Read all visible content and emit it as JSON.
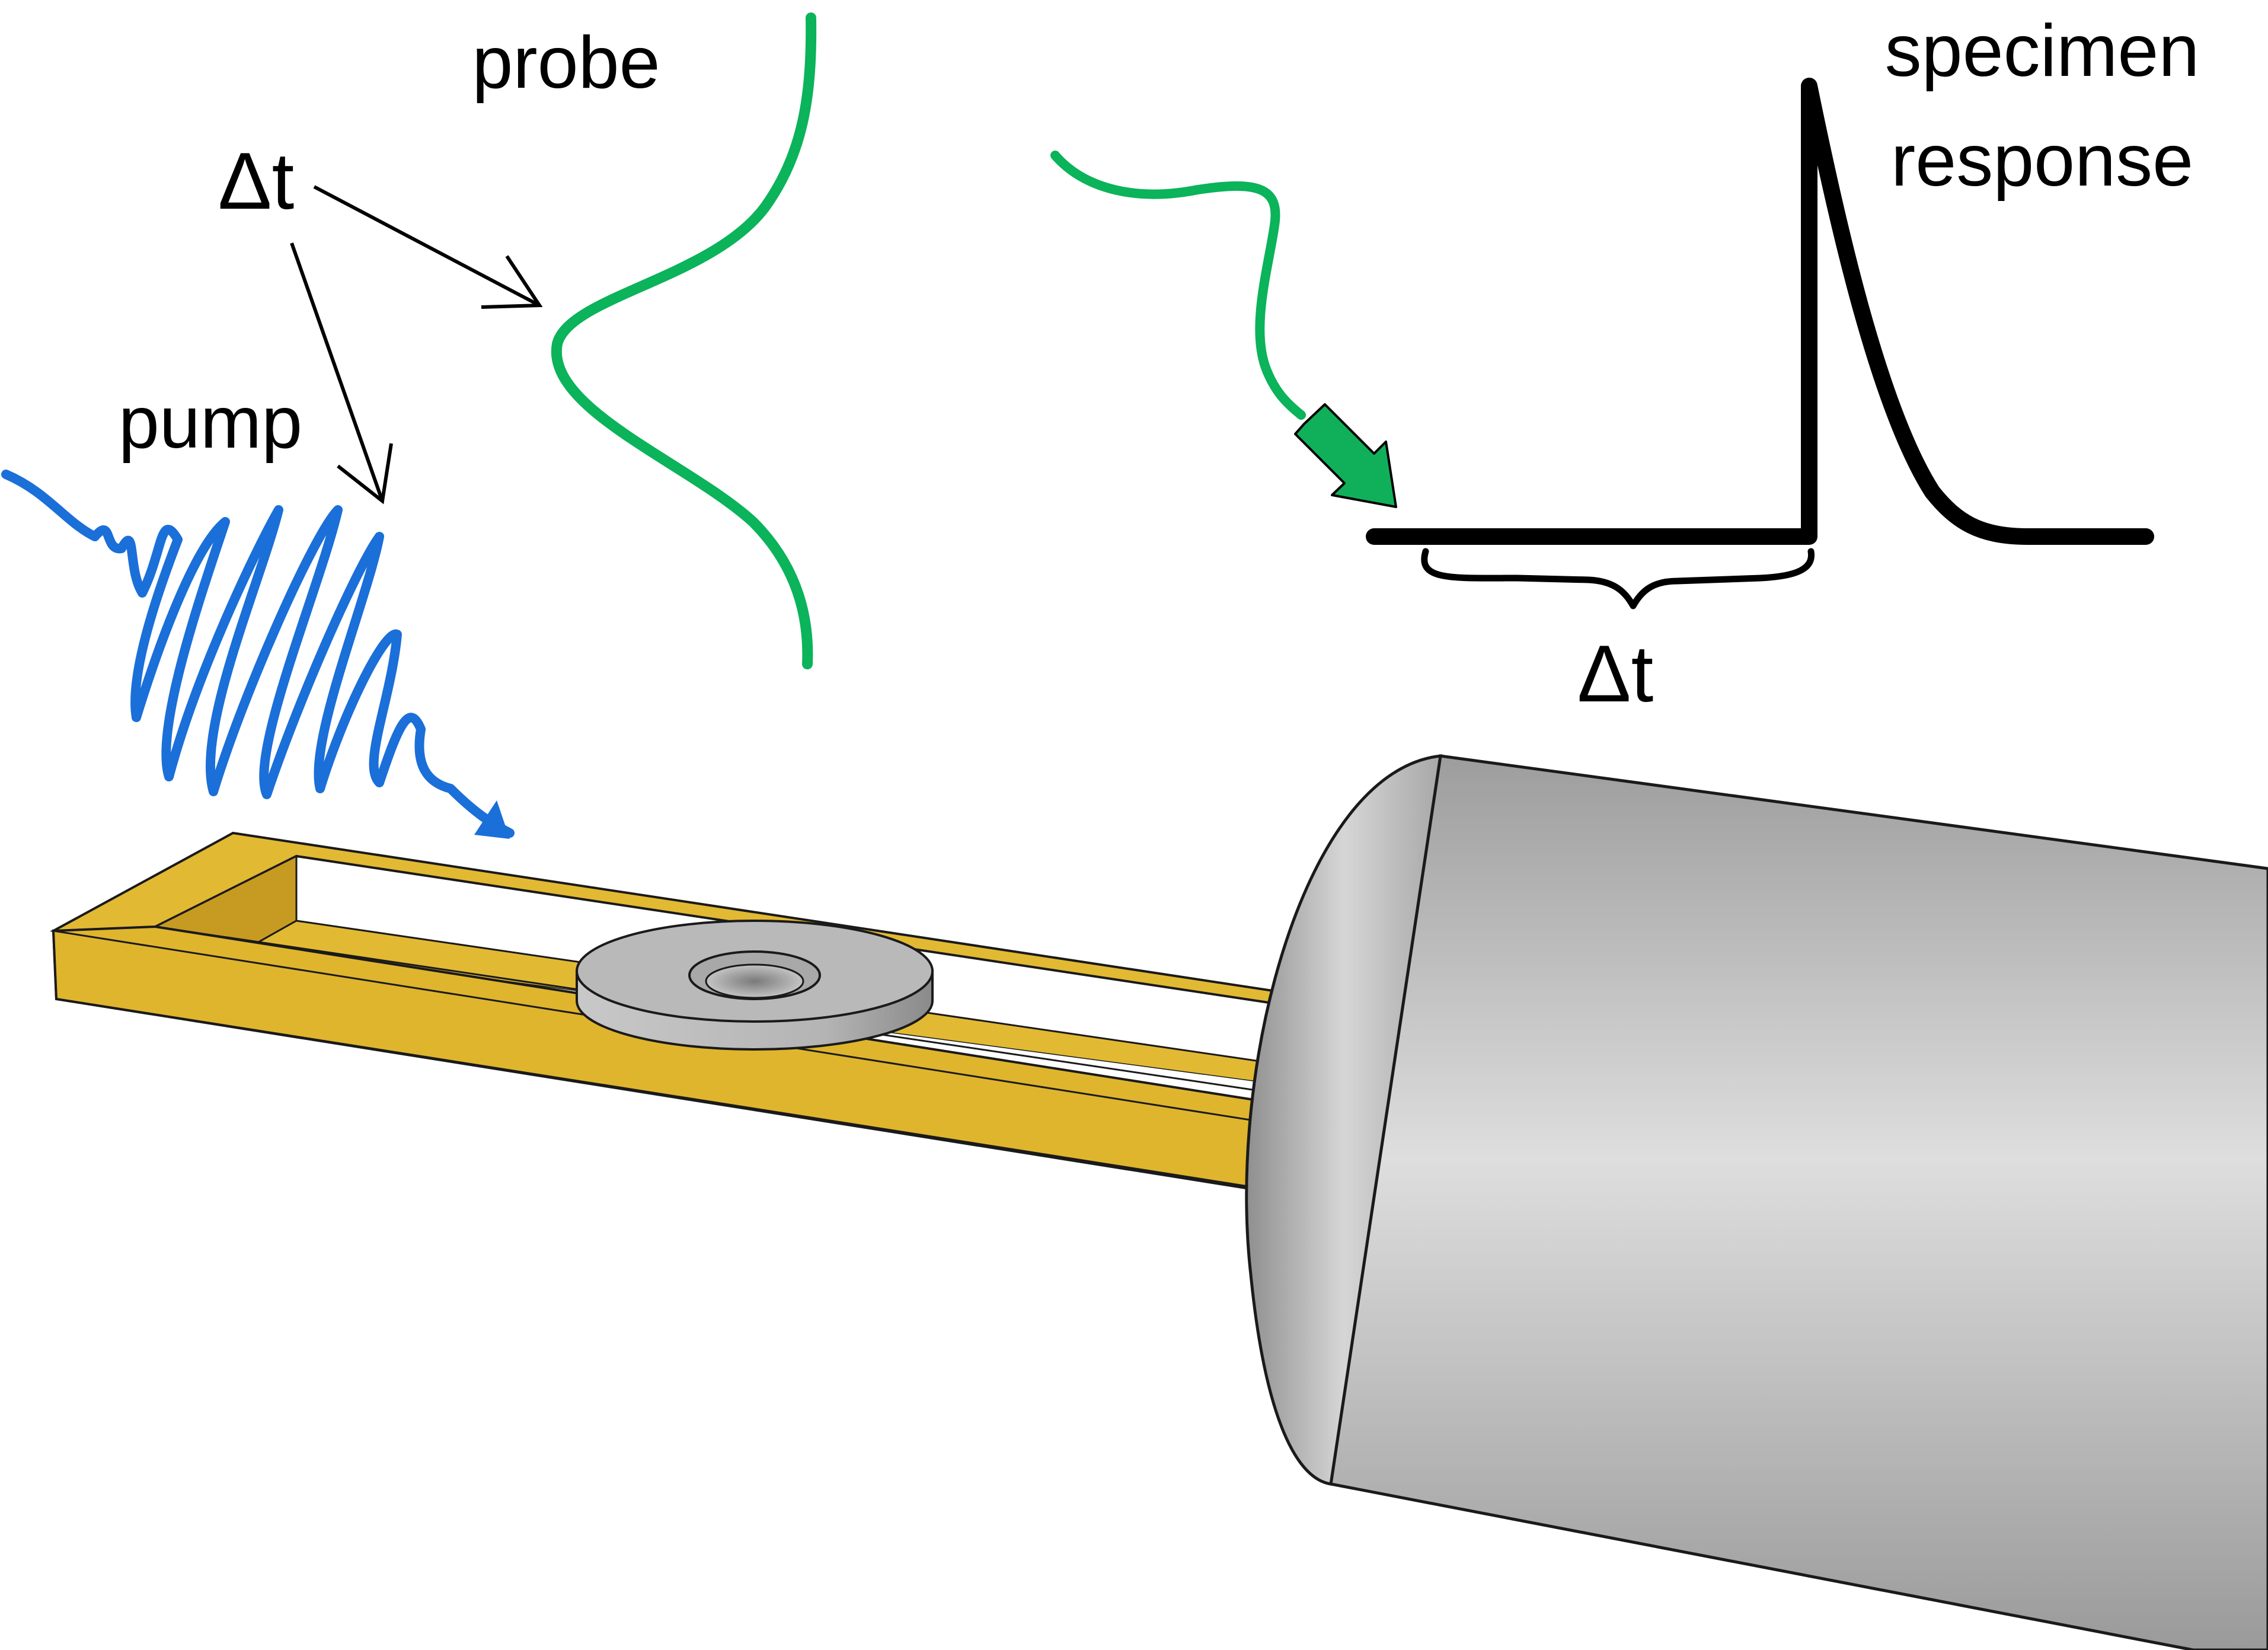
{
  "labels": {
    "probe": "probe",
    "delta_t_top": "Δt",
    "pump": "pump",
    "specimen_line1": "specimen",
    "specimen_line2": "response",
    "delta_t_bottom": "Δt"
  },
  "colors": {
    "probe_wave": "#0bb35a",
    "probe_arrow": "#10b05a",
    "pump_wave": "#1b6fd8",
    "holder_gold": "#e1b830",
    "holder_gold_dark": "#b58a1e",
    "specimen_gray": "#b8b8b8",
    "rod_gray_light": "#dcdcdc",
    "rod_gray_dark": "#9d9d9d",
    "response_trace": "#000000"
  }
}
